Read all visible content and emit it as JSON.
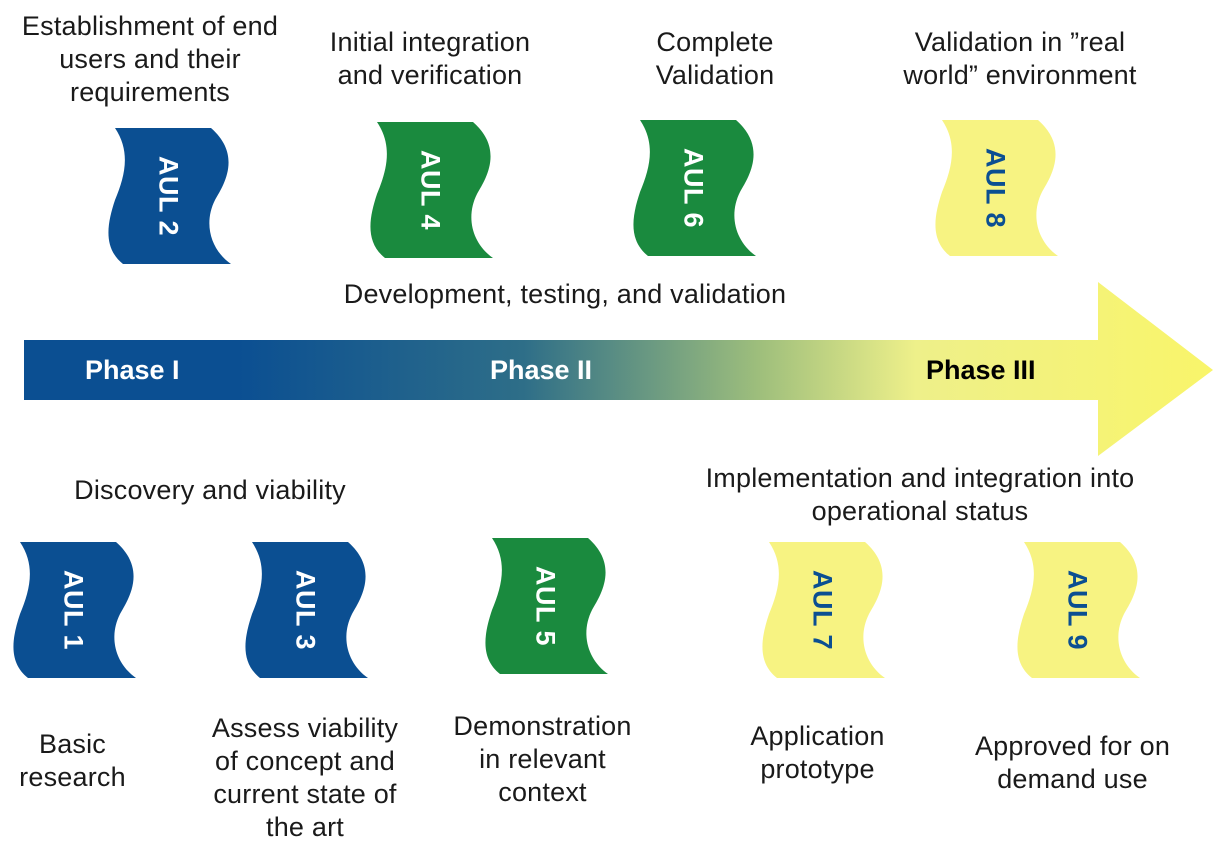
{
  "colors": {
    "blue": "#0b4f92",
    "green": "#1a8a3e",
    "yellow": "#f7f382",
    "yellow_text": "#0b4f92"
  },
  "top_captions": {
    "aul2": "Establishment of end\nusers and their\nrequirements",
    "aul4": "Initial integration\nand verification",
    "aul6": "Complete\nValidation",
    "aul8": "Validation in ”real\nworld” environment"
  },
  "flags": {
    "aul1": "AUL 1",
    "aul2": "AUL 2",
    "aul3": "AUL 3",
    "aul4": "AUL 4",
    "aul5": "AUL 5",
    "aul6": "AUL 6",
    "aul7": "AUL 7",
    "aul8": "AUL 8",
    "aul9": "AUL 9"
  },
  "arrow": {
    "top_label": "Development, testing, and validation",
    "phase1": "Phase I",
    "phase2": "Phase II",
    "phase3": "Phase III"
  },
  "group_labels": {
    "discovery": "Discovery and viability",
    "implementation": "Implementation and integration into\noperational status"
  },
  "bottom_captions": {
    "aul1": "Basic\nresearch",
    "aul3": "Assess viability\nof concept and\ncurrent state of\nthe art",
    "aul5": "Demonstration\nin relevant\ncontext",
    "aul7": "Application\nprototype",
    "aul9": "Approved for on\ndemand use"
  }
}
